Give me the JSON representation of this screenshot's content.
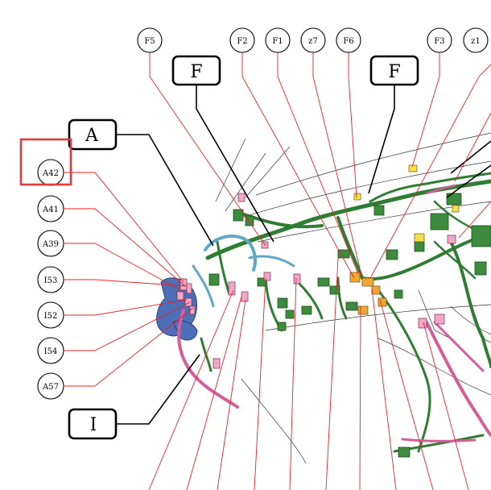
{
  "top_callouts": [
    {
      "id": "F5",
      "label": "F5"
    },
    {
      "id": "F2",
      "label": "F2"
    },
    {
      "id": "F1",
      "label": "F1"
    },
    {
      "id": "z7",
      "label": "z7"
    },
    {
      "id": "F6",
      "label": "F6"
    },
    {
      "id": "F3",
      "label": "F3"
    },
    {
      "id": "z1",
      "label": "z1"
    }
  ],
  "left_callouts": [
    {
      "id": "A42",
      "label": "A42"
    },
    {
      "id": "A41",
      "label": "A41"
    },
    {
      "id": "A39",
      "label": "A39"
    },
    {
      "id": "I53",
      "label": "I53"
    },
    {
      "id": "I52",
      "label": "I52"
    },
    {
      "id": "I54",
      "label": "I54"
    },
    {
      "id": "A57",
      "label": "A57"
    }
  ],
  "group_boxes": [
    {
      "id": "F-left",
      "label": "F"
    },
    {
      "id": "F-right",
      "label": "F"
    },
    {
      "id": "A",
      "label": "A"
    },
    {
      "id": "I",
      "label": "I"
    }
  ],
  "colors": {
    "leader": "#e8212a",
    "harness_green": "#2e7d32",
    "harness_blue": "#5fa8c8",
    "harness_pink": "#d65c9a",
    "highlight": "#e03a3a"
  }
}
